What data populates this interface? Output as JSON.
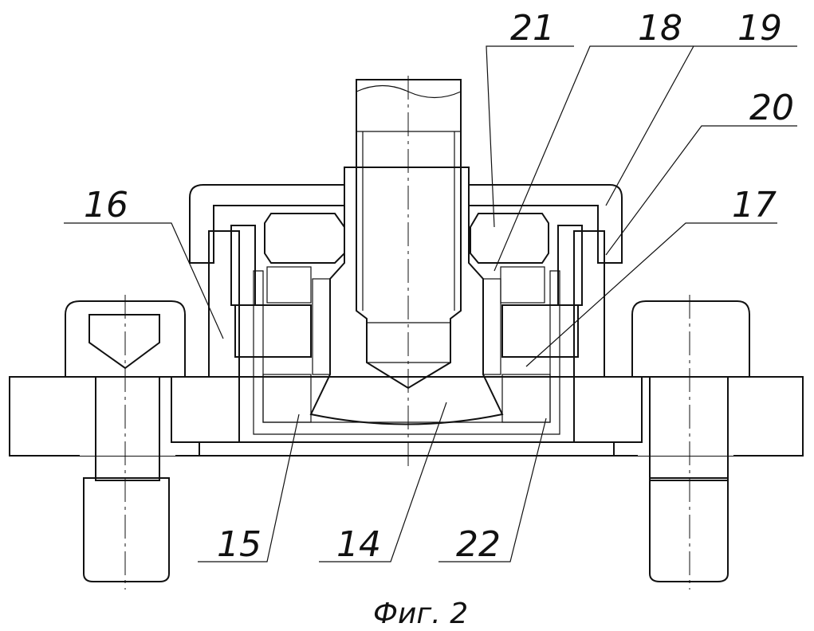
{
  "figure": {
    "caption": "Фиг. 2",
    "labels": [
      "21",
      "18",
      "19",
      "20",
      "16",
      "17",
      "15",
      "14",
      "22"
    ]
  },
  "colors": {
    "ink": "#111111",
    "paper": "#ffffff",
    "fill": "#cfcfcf"
  }
}
